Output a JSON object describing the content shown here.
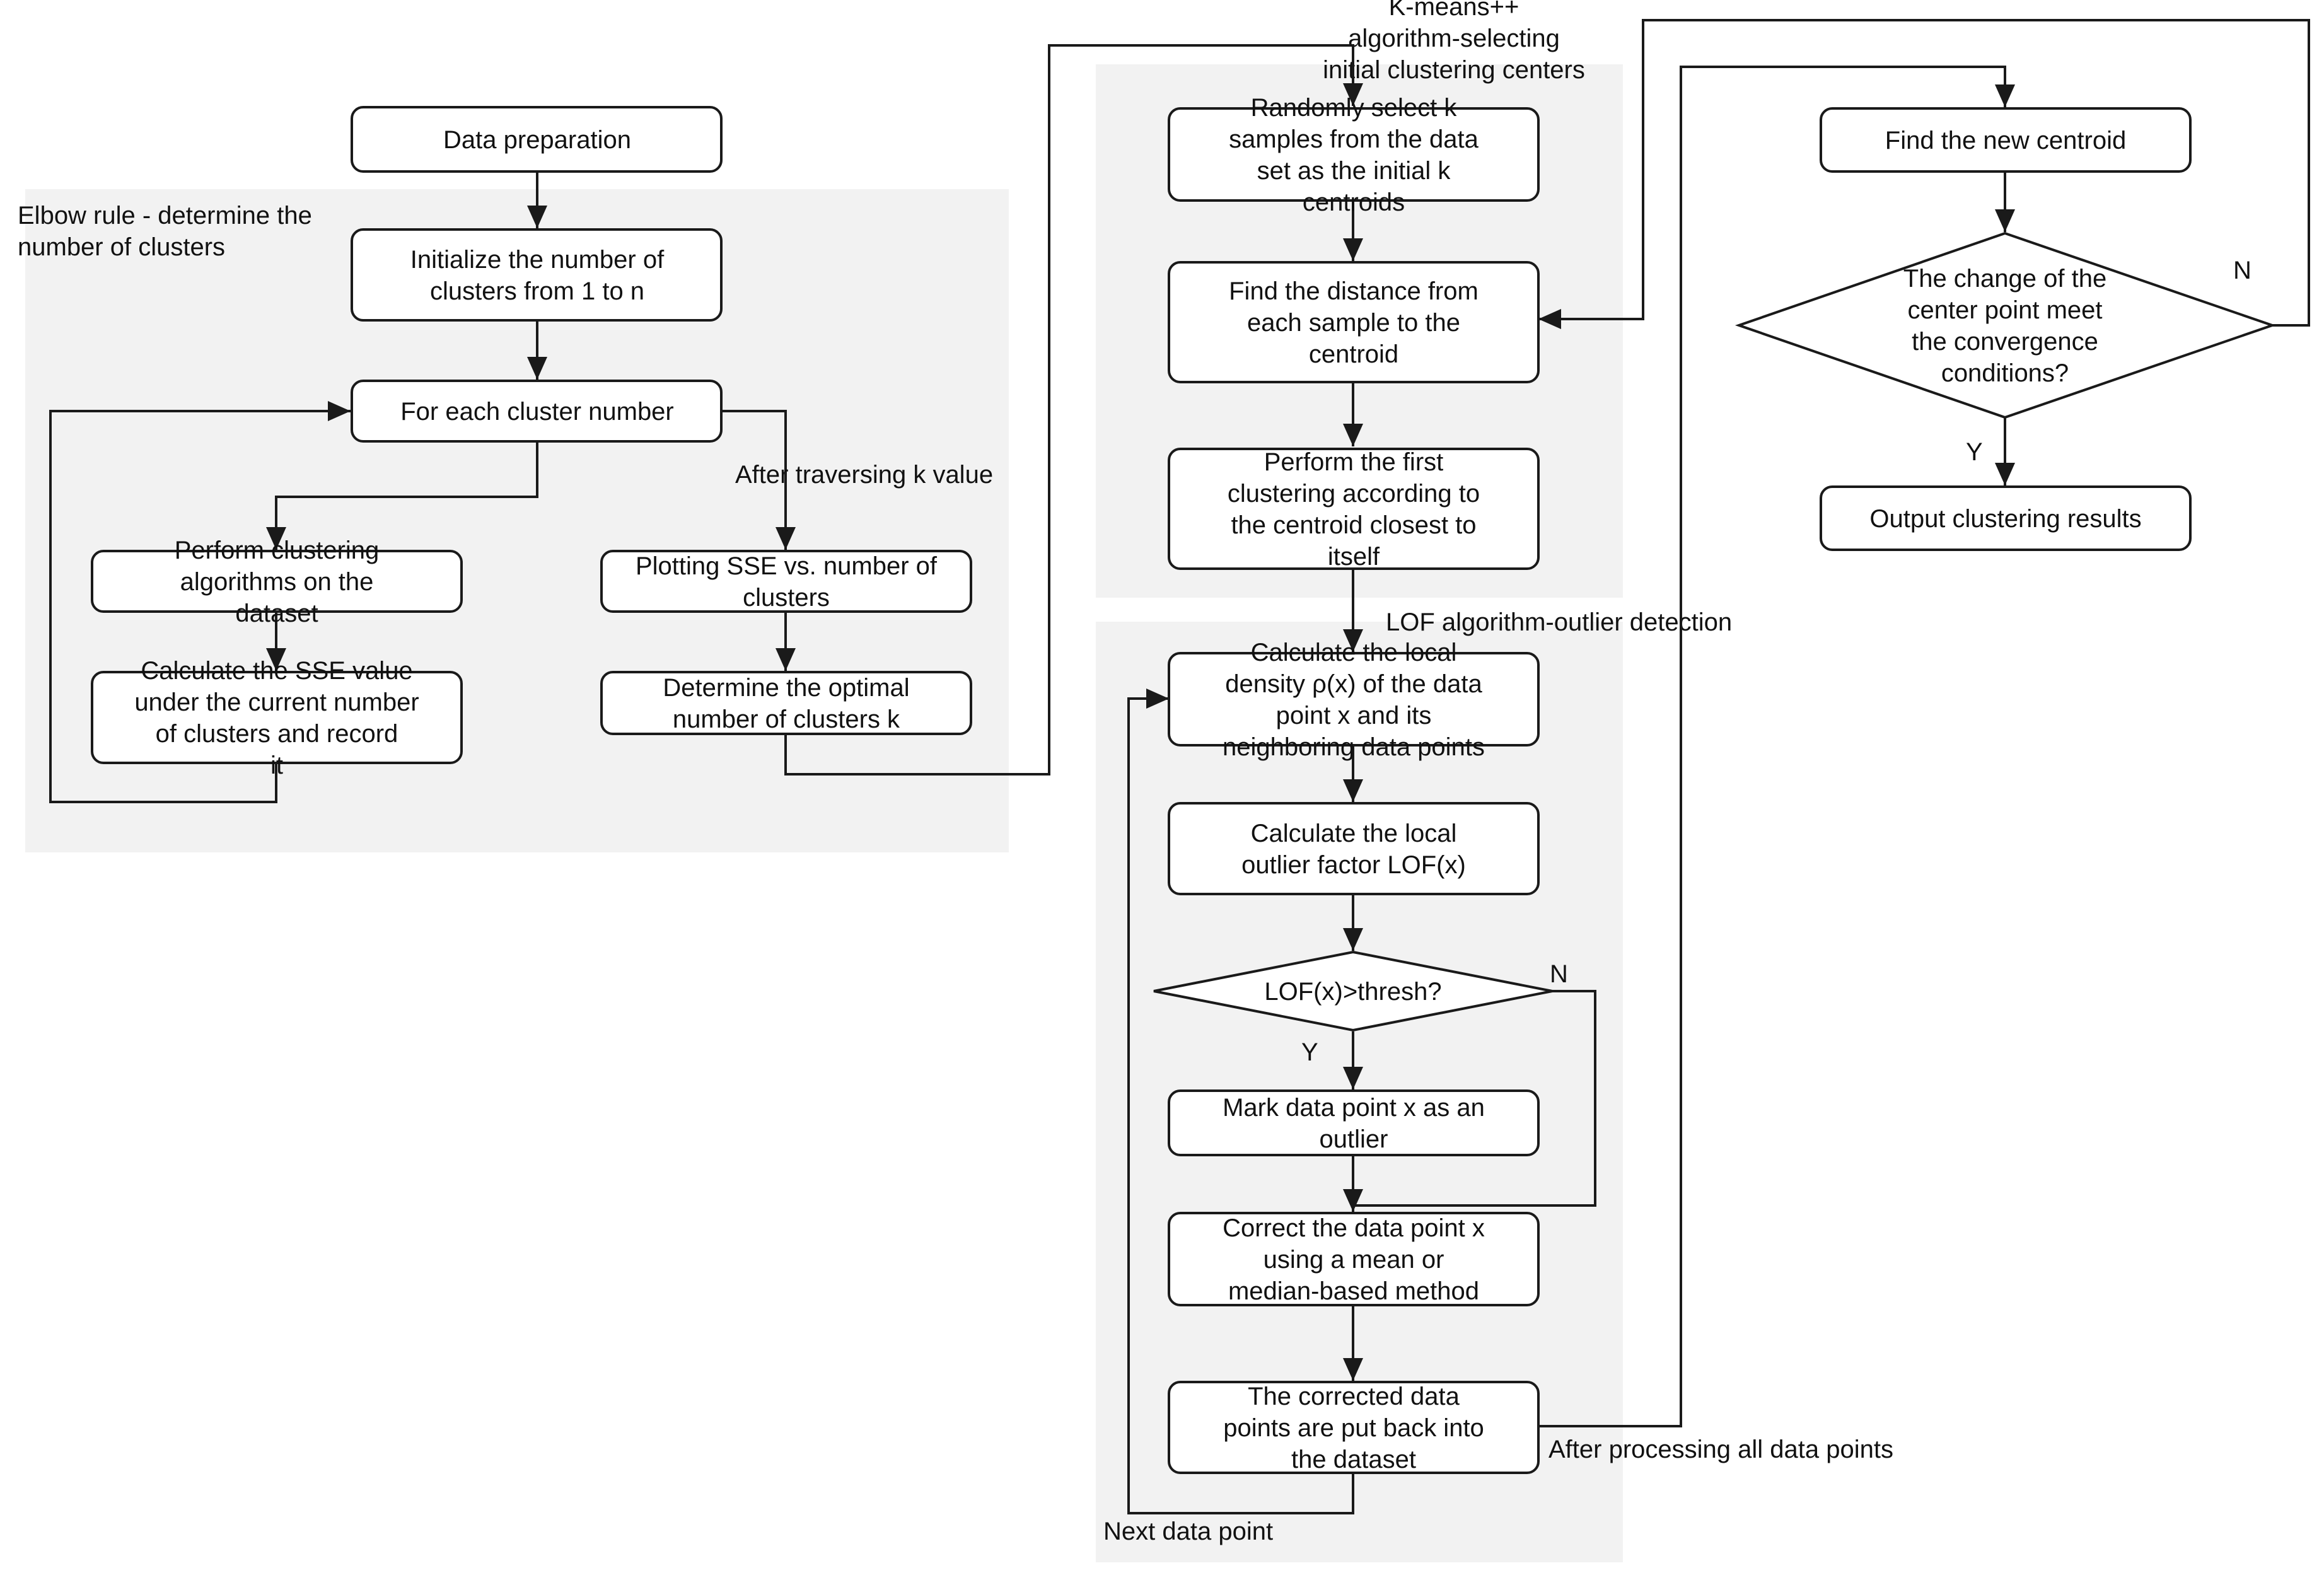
{
  "colors": {
    "panel_fill": "#f2f2f2",
    "stroke": "#1a1a1a",
    "text": "#111111",
    "box_fill": "#ffffff"
  },
  "panels": {
    "elbow": "Elbow rule - determine the number of clusters",
    "kmeans": "K-means++ algorithm-selecting initial clustering centers",
    "lof": "LOF algorithm-outlier detection"
  },
  "nodes": {
    "data_prep": "Data preparation",
    "init_clusters": "Initialize the number of clusters from 1 to n",
    "for_each": "For each cluster number",
    "perform_clustering": "Perform clustering algorithms on the dataset",
    "calc_sse": "Calculate the SSE value under the current number of clusters and record it",
    "plot_sse": "Plotting SSE vs. number of clusters",
    "optimal_k": "Determine the optimal number of clusters k",
    "random_select": "Randomly select k samples from the data set as the initial k centroids",
    "find_distance": "Find the distance from each sample to the centroid",
    "first_clustering": "Perform the first clustering according to the centroid closest to itself",
    "local_density": "Calculate the local density ρ(x) of the data point x and its neighboring data points",
    "lof_factor": "Calculate the local outlier factor LOF(x)",
    "lof_decision": "LOF(x)>thresh?",
    "mark_outlier": "Mark data point x as an outlier",
    "correct_point": "Correct the data point x using a mean or median-based method",
    "put_back": "The corrected data points are put back into the dataset",
    "new_centroid": "Find the new centroid",
    "convergence": "The change of the center point meet the convergence conditions?",
    "output": "Output clustering results"
  },
  "edge_labels": {
    "after_traversing": "After traversing k value",
    "lof_yes": "Y",
    "lof_no": "N",
    "after_processing": "After processing all data points",
    "next_point": "Next data point",
    "conv_yes": "Y",
    "conv_no": "N"
  }
}
